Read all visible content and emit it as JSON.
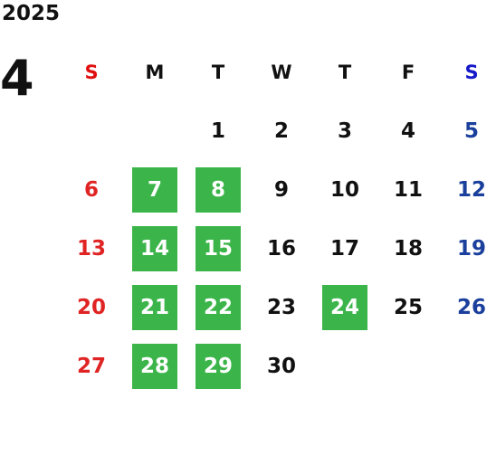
{
  "calendar": {
    "year": "2025",
    "month": "4",
    "weekdays": [
      "S",
      "M",
      "T",
      "W",
      "T",
      "F",
      "S"
    ],
    "weeks": [
      [
        "",
        "",
        "1",
        "2",
        "3",
        "4",
        "5"
      ],
      [
        "6",
        "7",
        "8",
        "9",
        "10",
        "11",
        "12"
      ],
      [
        "13",
        "14",
        "15",
        "16",
        "17",
        "18",
        "19"
      ],
      [
        "20",
        "21",
        "22",
        "23",
        "24",
        "25",
        "26"
      ],
      [
        "27",
        "28",
        "29",
        "30",
        "",
        "",
        ""
      ]
    ],
    "highlighted_days": [
      "7",
      "8",
      "14",
      "15",
      "21",
      "22",
      "24",
      "28",
      "29"
    ]
  },
  "colors": {
    "highlight": "#3bb54a",
    "sunday": "#e02424",
    "saturday": "#1a3f9c",
    "text": "#111111"
  }
}
